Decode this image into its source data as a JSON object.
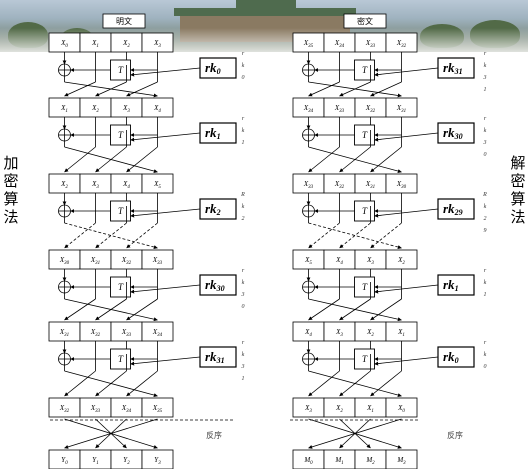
{
  "headers": {
    "left": "明文",
    "right": "密文"
  },
  "side_labels": {
    "left": "加密算法",
    "right": "解密算法"
  },
  "reverse_label": "反序",
  "t_label": "T",
  "left_column": {
    "rounds": [
      {
        "cells": [
          [
            "X",
            "0"
          ],
          [
            "X",
            "1"
          ],
          [
            "X",
            "2"
          ],
          [
            "X",
            "3"
          ]
        ],
        "rk": [
          "rk",
          "0"
        ],
        "vertical": [
          "r",
          "k",
          "0"
        ]
      },
      {
        "cells": [
          [
            "X",
            "1"
          ],
          [
            "X",
            "2"
          ],
          [
            "X",
            "3"
          ],
          [
            "X",
            "4"
          ]
        ],
        "rk": [
          "rk",
          "1"
        ],
        "vertical": [
          "r",
          "k",
          "1"
        ]
      },
      {
        "cells": [
          [
            "X",
            "2"
          ],
          [
            "X",
            "3"
          ],
          [
            "X",
            "4"
          ],
          [
            "X",
            "5"
          ]
        ],
        "rk": [
          "rk",
          "2"
        ],
        "vertical": [
          "R",
          "k",
          "2"
        ]
      },
      {
        "cells": [
          [
            "X",
            "30"
          ],
          [
            "X",
            "31"
          ],
          [
            "X",
            "32"
          ],
          [
            "X",
            "33"
          ]
        ],
        "rk": [
          "rk",
          "30"
        ],
        "vertical": [
          "r",
          "k",
          "3",
          "0"
        ]
      },
      {
        "cells": [
          [
            "X",
            "31"
          ],
          [
            "X",
            "32"
          ],
          [
            "X",
            "33"
          ],
          [
            "X",
            "34"
          ]
        ],
        "rk": [
          "rk",
          "31"
        ],
        "vertical": [
          "r",
          "k",
          "3",
          "1"
        ]
      }
    ],
    "final": [
      [
        "X",
        "32"
      ],
      [
        "X",
        "33"
      ],
      [
        "X",
        "34"
      ],
      [
        "X",
        "35"
      ]
    ],
    "output": [
      [
        "Y",
        "0"
      ],
      [
        "Y",
        "1"
      ],
      [
        "Y",
        "2"
      ],
      [
        "Y",
        "3"
      ]
    ]
  },
  "right_column": {
    "rounds": [
      {
        "cells": [
          [
            "X",
            "35"
          ],
          [
            "X",
            "34"
          ],
          [
            "X",
            "33"
          ],
          [
            "X",
            "32"
          ]
        ],
        "rk": [
          "rk",
          "31"
        ],
        "vertical": [
          "r",
          "k",
          "3",
          "1"
        ]
      },
      {
        "cells": [
          [
            "X",
            "34"
          ],
          [
            "X",
            "33"
          ],
          [
            "X",
            "32"
          ],
          [
            "X",
            "31"
          ]
        ],
        "rk": [
          "rk",
          "30"
        ],
        "vertical": [
          "r",
          "k",
          "3",
          "0"
        ]
      },
      {
        "cells": [
          [
            "X",
            "33"
          ],
          [
            "X",
            "32"
          ],
          [
            "X",
            "31"
          ],
          [
            "X",
            "30"
          ]
        ],
        "rk": [
          "rk",
          "29"
        ],
        "vertical": [
          "R",
          "k",
          "2",
          "9"
        ]
      },
      {
        "cells": [
          [
            "X",
            "5"
          ],
          [
            "X",
            "4"
          ],
          [
            "X",
            "3"
          ],
          [
            "X",
            "2"
          ]
        ],
        "rk": [
          "rk",
          "1"
        ],
        "vertical": [
          "r",
          "k",
          "1"
        ]
      },
      {
        "cells": [
          [
            "X",
            "4"
          ],
          [
            "X",
            "3"
          ],
          [
            "X",
            "2"
          ],
          [
            "X",
            "1"
          ]
        ],
        "rk": [
          "rk",
          "0"
        ],
        "vertical": [
          "r",
          "k",
          "0"
        ]
      }
    ],
    "final": [
      [
        "X",
        "3"
      ],
      [
        "X",
        "2"
      ],
      [
        "X",
        "1"
      ],
      [
        "X",
        "0"
      ]
    ],
    "output": [
      [
        "M",
        "0"
      ],
      [
        "M",
        "1"
      ],
      [
        "M",
        "2"
      ],
      [
        "M",
        "3"
      ]
    ]
  },
  "colors": {
    "line": "#000000",
    "banner_sky": "#b9c8d6",
    "banner_ground": "#6d7a63"
  }
}
